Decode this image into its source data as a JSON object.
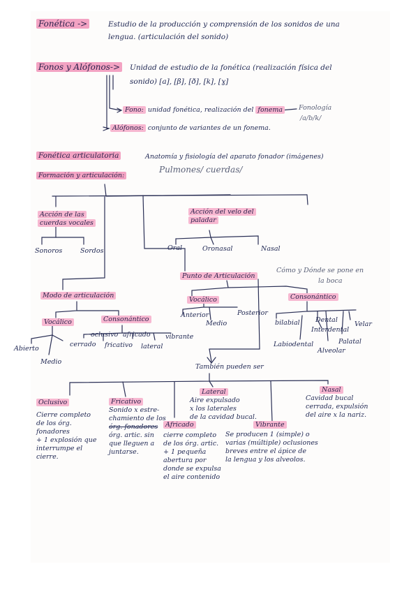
{
  "sections": {
    "fonetica": {
      "term": "Fonética ->",
      "definition_1": "Estudio de la producción y comprensión de los sonidos de una",
      "definition_2": "lengua. (articulación del sonido)"
    },
    "fonos_alofonos": {
      "term": "Fonos y Alófonos->",
      "definition_1": "Unidad de estudio de la fonética (realización física del",
      "definition_2": "sonido) [a], [β], [ð], [k], [ɣ]",
      "fono": "Fono:",
      "fono_def": "unidad fonética, realización del",
      "fonema": "fonema",
      "fonologia_1": "Fonología",
      "fonologia_2": "/a/b/k/",
      "alofonos": "Alófonos:",
      "alofonos_def": "conjunto de variantes de un fonema."
    },
    "fonetica_articulatoria": {
      "term": "Fonética articulatoria",
      "definition": "Anatomía y fisiología del aparato fonador (imágenes)",
      "formacion": "Formación y articulación:",
      "pulmones": "Pulmones/ cuerdas/"
    }
  },
  "tree": {
    "accion_cuerdas_1": "Acción de las",
    "accion_cuerdas_2": "cuerdas vocales",
    "sonoros": "Sonoros",
    "sordos": "Sordos",
    "accion_velo_1": "Acción del velo del",
    "accion_velo_2": "paladar",
    "oral": "Oral",
    "oronasal": "Oronasal",
    "nasal": "Nasal",
    "punto": "Punto de Articulación",
    "punto_nota_1": "Cómo y Dónde se pone en",
    "punto_nota_2": "la boca",
    "modo": "Modo de articulación",
    "vocalico_modo": "Vocálico",
    "abierto": "Abierto",
    "cerrado": "cerrado",
    "medio_modo": "Medio",
    "consonantico_modo": "Consonántico",
    "oclusivo_s": "oclusivo",
    "africado_s": "africado",
    "fricativo_s": "fricativo",
    "lateral_s": "lateral",
    "vibrante_s": "vibrante",
    "vocalico_punto": "Vocálico",
    "anterior": "Anterior",
    "posterior": "Posterior",
    "medio_punto": "Medio",
    "consonantico_punto": "Consonántico",
    "bilabial": "bilabial",
    "dental": "Dental",
    "interdental": "Interdental",
    "velar": "Velar",
    "labiodental": "Labiodental",
    "alveolar": "Alveolar",
    "palatal": "Palatal",
    "tambien": "También pueden ser"
  },
  "types": {
    "oclusivo": {
      "title": "Oclusivo",
      "desc": [
        "Cierre completo",
        "de los órg. fonadores",
        "+ 1 explosión que",
        "interrumpe el cierre."
      ]
    },
    "fricativo": {
      "title": "Fricativo",
      "desc": [
        "Sonido x estre-",
        "chamiento de los",
        "órg. fonadores",
        "órg. artic. sin",
        "que lleguen a",
        "juntarse."
      ]
    },
    "africado": {
      "title": "Africado",
      "desc": [
        "cierre completo",
        "de los órg. artic.",
        "+ 1 pequeña",
        "abertura por",
        "donde se expulsa",
        "el aire contenido"
      ]
    },
    "lateral": {
      "title": "Lateral",
      "desc": [
        "Aire expulsado",
        "x los laterales",
        "de la cavidad bucal."
      ]
    },
    "vibrante": {
      "title": "Vibrante",
      "desc": [
        "Se producen 1 (simple) o",
        "varias (múltiple) oclusiones",
        "breves entre el ápice de",
        "la lengua y los alveolos."
      ]
    },
    "nasal": {
      "title": "Nasal",
      "desc": [
        "Cavidad bucal",
        "cerrada, expulsión",
        "del aire x la nariz."
      ]
    }
  },
  "colors": {
    "ink": "#222a55",
    "highlight": "#f3a3c3",
    "paper": "#fdfcfb"
  }
}
